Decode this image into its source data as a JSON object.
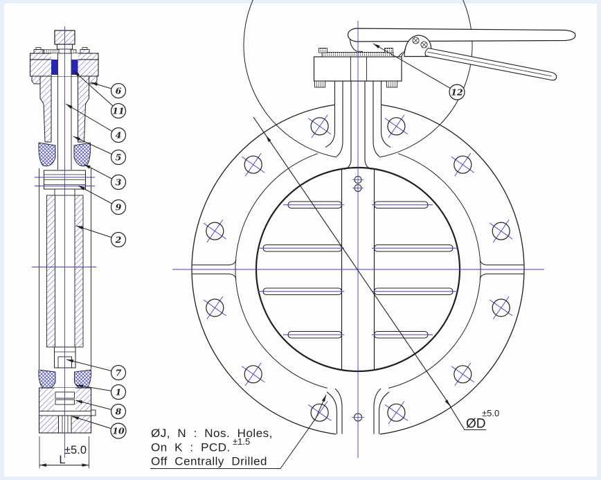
{
  "page": {
    "background": "#e6eff8",
    "paper": "#fdfdfd"
  },
  "colors": {
    "line": "#1f1f1f",
    "hatch_blue": "#4a4ac6",
    "centerline_blue": "#3d3dcc",
    "bearing_fill_blue": "#2626b8"
  },
  "section_view": {
    "callouts": [
      {
        "label": "6"
      },
      {
        "label": "11"
      },
      {
        "label": "4"
      },
      {
        "label": "5"
      },
      {
        "label": "3"
      },
      {
        "label": "9"
      },
      {
        "label": "2"
      },
      {
        "label": "7"
      },
      {
        "label": "1"
      },
      {
        "label": "8"
      },
      {
        "label": "10"
      }
    ],
    "length_dim": {
      "tolerance": "±5.0",
      "label": "L"
    }
  },
  "front_view": {
    "callouts": [
      {
        "label": "12"
      }
    ],
    "diameter_dim": {
      "label": "ØD",
      "tolerance": "±5.0"
    },
    "bolt_hole_count": 12
  },
  "notes": {
    "line1": "ØJ,  N  :  Nos.  Holes,",
    "line2": "On  K  :  PCD.",
    "line2_sup": "±1.5",
    "line3": "Off  Centrally  Drilled"
  }
}
